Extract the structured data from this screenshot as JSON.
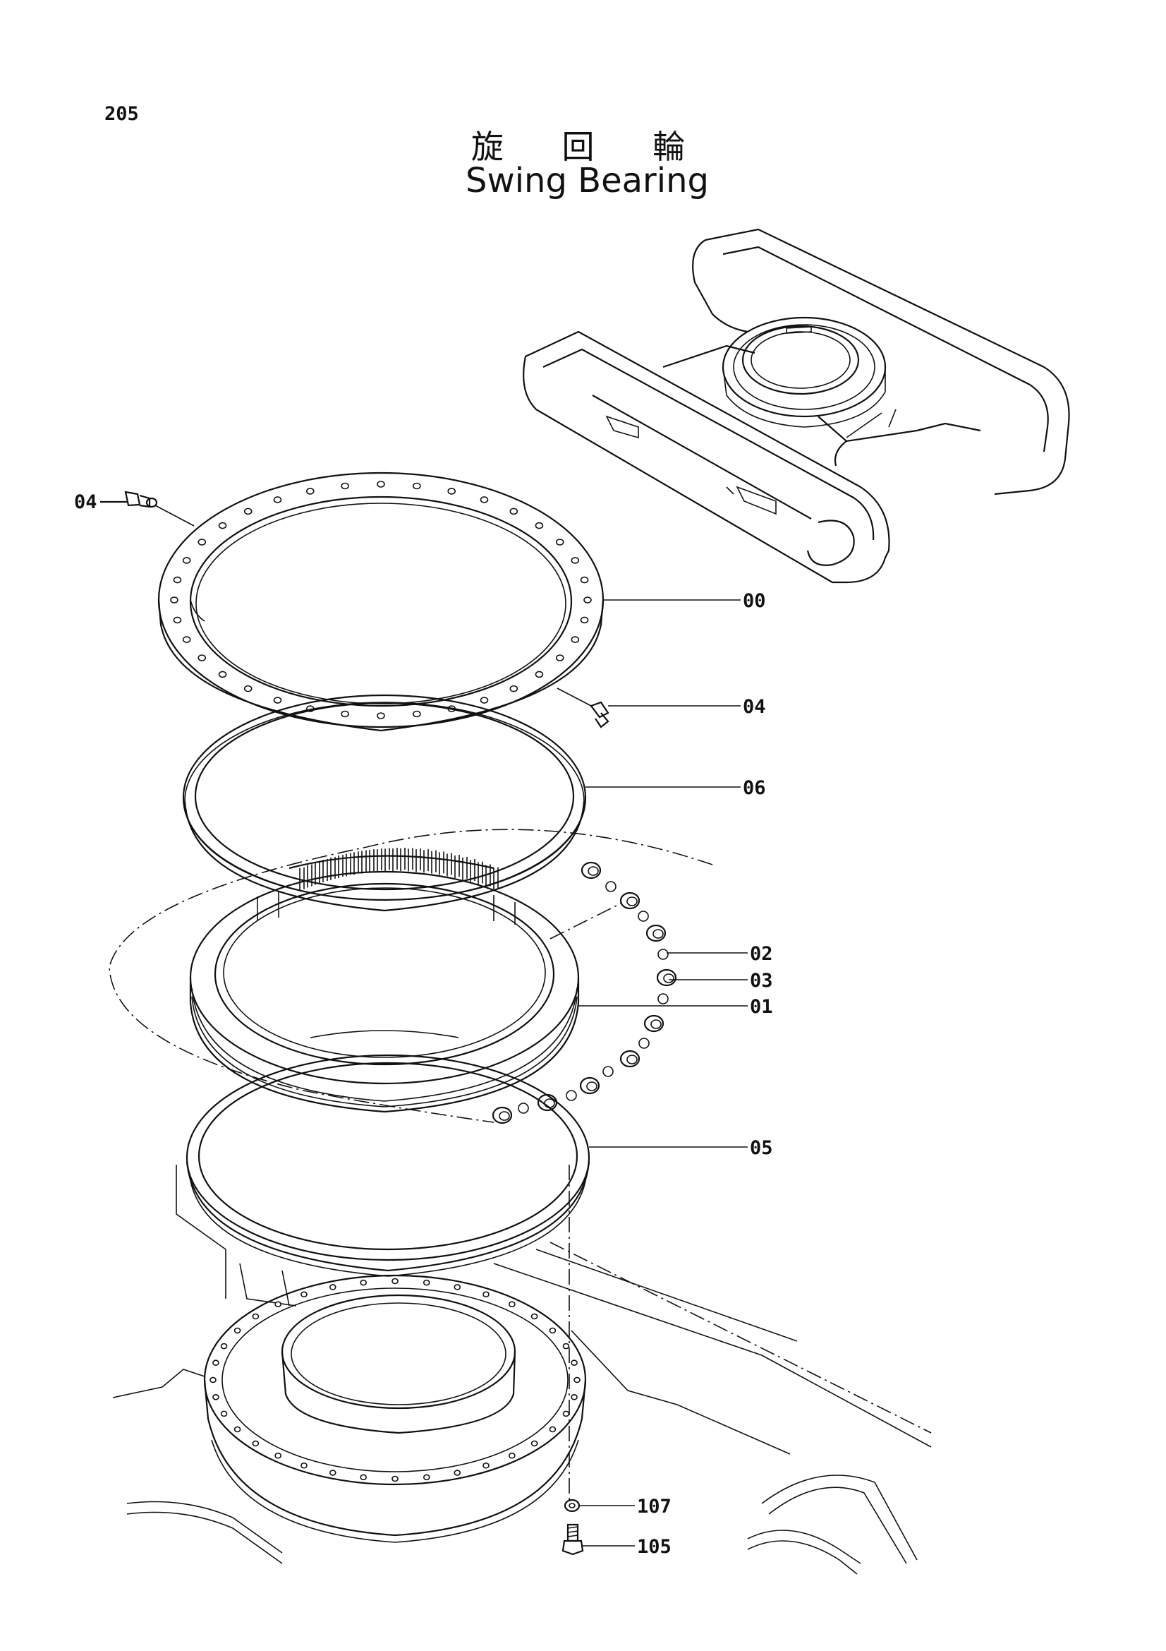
{
  "page": {
    "number": "205"
  },
  "title": {
    "japanese": "旋 回 輪",
    "english": "Swing Bearing"
  },
  "callouts": [
    {
      "id": "c-04-left",
      "text": "04"
    },
    {
      "id": "c-00",
      "text": "00"
    },
    {
      "id": "c-04-right",
      "text": "04"
    },
    {
      "id": "c-06",
      "text": "06"
    },
    {
      "id": "c-02",
      "text": "02"
    },
    {
      "id": "c-03",
      "text": "03"
    },
    {
      "id": "c-01",
      "text": "01"
    },
    {
      "id": "c-05",
      "text": "05"
    },
    {
      "id": "c-107",
      "text": "107"
    },
    {
      "id": "c-105",
      "text": "105"
    }
  ]
}
